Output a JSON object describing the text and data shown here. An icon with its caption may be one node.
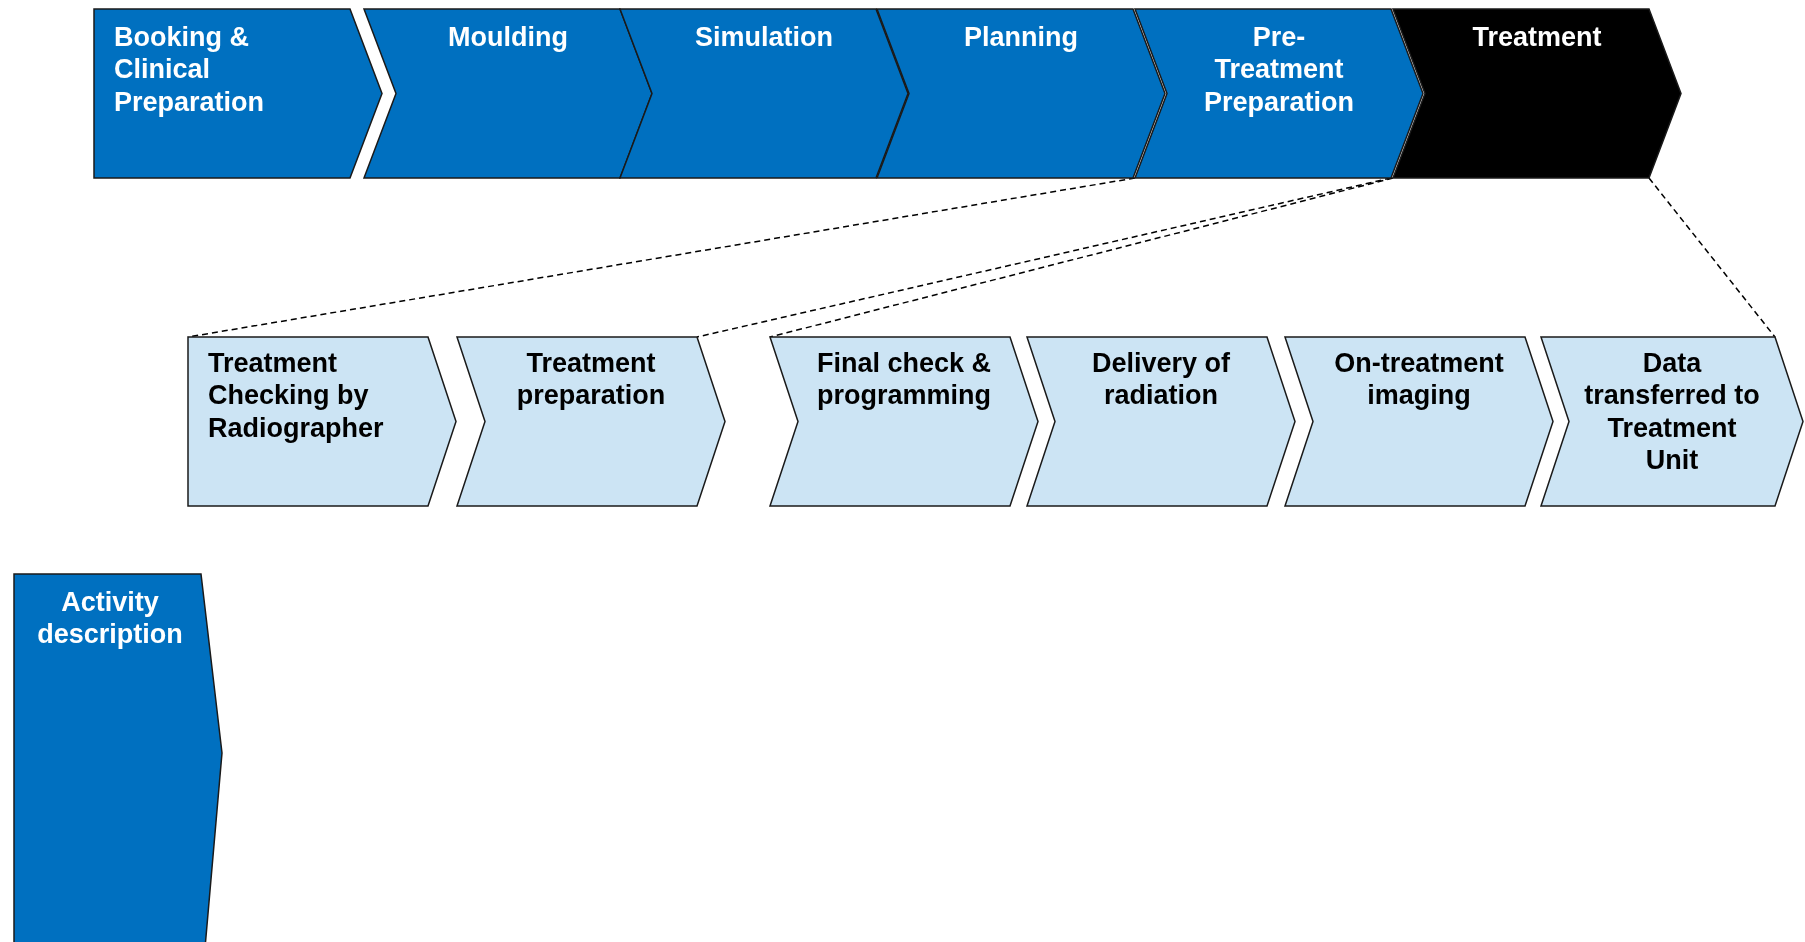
{
  "diagram": {
    "nodes": [
      {
        "text": [
          "Booking & Clinical Preparation"
        ]
      },
      {
        "text": [
          "Moulding"
        ]
      },
      {
        "text": [
          "Simulation"
        ]
      },
      {
        "text": [
          "Planning"
        ]
      },
      {
        "text": [
          "Pre-Treatment Preparation"
        ]
      },
      {
        "text": [
          "Treatment"
        ]
      },
      {
        "text": [
          "Treatment Checking by Radiographer"
        ]
      },
      {
        "text": [
          "Treatment preparation"
        ]
      },
      {
        "text": [
          "Final check & programming"
        ]
      },
      {
        "text": [
          "Delivery of radiation"
        ]
      },
      {
        "text": [
          "On-treatment imaging"
        ]
      },
      {
        "text": [
          "Data transferred to Treatment Unit"
        ]
      },
      {
        "text": [
          "Activity description"
        ]
      }
    ],
    "edges": [
      {
        "from": 4,
        "to": 6,
        "arrow": "none",
        "style": "dashed"
      },
      {
        "from": 4,
        "to": 7,
        "arrow": "none",
        "style": "dashed"
      },
      {
        "from": 5,
        "to": 8,
        "arrow": "none",
        "style": "dashed"
      },
      {
        "from": 5,
        "to": 11,
        "arrow": "none",
        "style": "dashed"
      }
    ]
  }
}
